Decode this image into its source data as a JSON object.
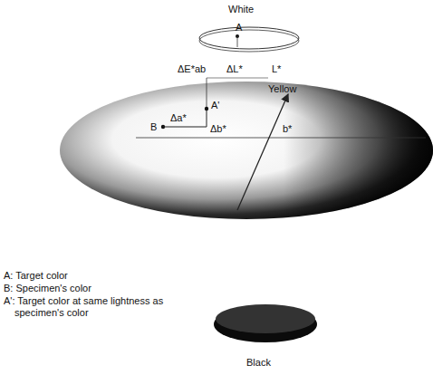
{
  "diagram": {
    "labels": [
      "White",
      "A",
      "ΔE*ab",
      "ΔL*",
      "L*",
      "Yellow",
      "B",
      "Δa*",
      "A'",
      "Δb*",
      "b*",
      "A: Target color",
      "B: Specimen's color",
      "A': Target color at same lightness as specimen's color",
      "Black"
    ]
  }
}
